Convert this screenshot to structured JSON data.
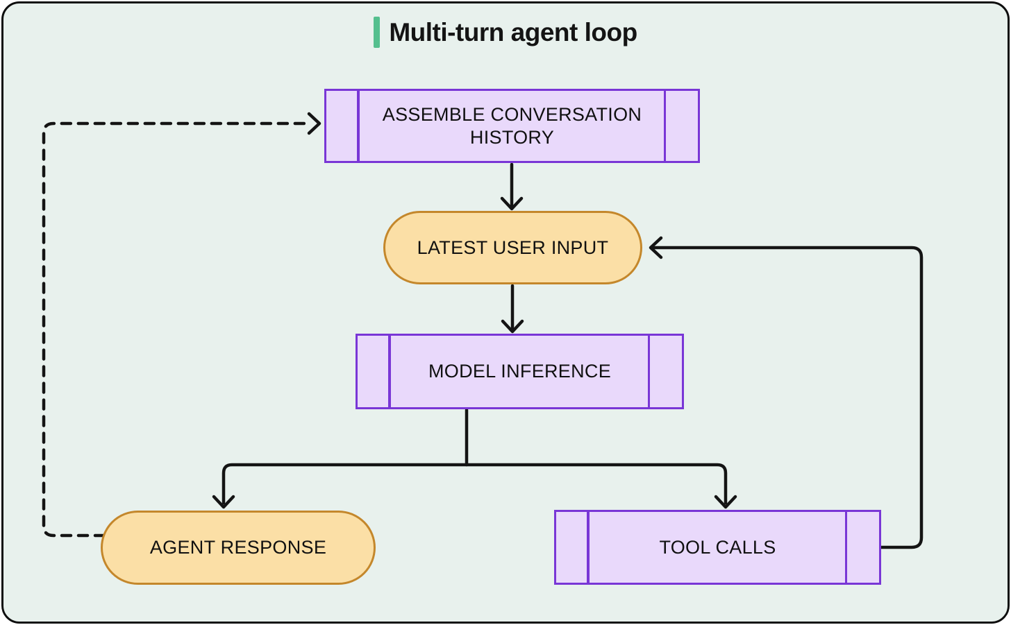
{
  "diagram": {
    "title": "Multi-turn agent loop",
    "nodes": {
      "assemble": {
        "label": "ASSEMBLE CONVERSATION HISTORY",
        "shape": "subroutine"
      },
      "latest_input": {
        "label": "LATEST USER INPUT",
        "shape": "terminal"
      },
      "inference": {
        "label": "MODEL INFERENCE",
        "shape": "subroutine"
      },
      "agent_response": {
        "label": "AGENT RESPONSE",
        "shape": "terminal"
      },
      "tool_calls": {
        "label": "TOOL CALLS",
        "shape": "subroutine"
      }
    },
    "edges": [
      {
        "from": "assemble",
        "to": "latest_input",
        "style": "solid-arrow"
      },
      {
        "from": "latest_input",
        "to": "inference",
        "style": "solid-arrow"
      },
      {
        "from": "inference",
        "to": "agent_response",
        "style": "solid-arrow"
      },
      {
        "from": "inference",
        "to": "tool_calls",
        "style": "solid-arrow"
      },
      {
        "from": "tool_calls",
        "to": "latest_input",
        "style": "solid-arrow"
      },
      {
        "from": "agent_response",
        "to": "assemble",
        "style": "dashed-arrow"
      }
    ],
    "colors": {
      "canvas_background": "#e8f1ed",
      "canvas_border": "#0e0e0e",
      "title_accent": "#54bf8e",
      "subroutine_fill": "#e9d9fb",
      "subroutine_border": "#7936d6",
      "terminal_fill": "#fbdfa6",
      "terminal_border": "#c4872b",
      "connector": "#141414",
      "text": "#101010"
    }
  }
}
